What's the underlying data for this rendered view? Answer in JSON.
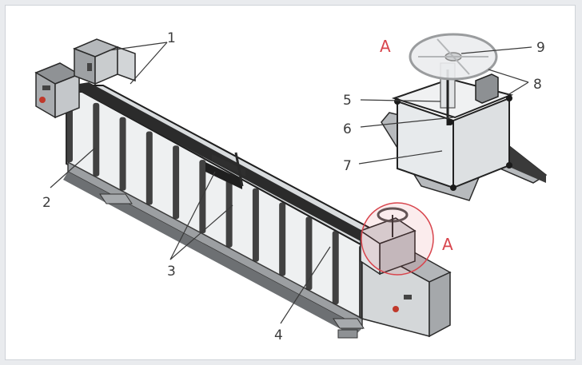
{
  "diagram": {
    "labels": {
      "l1": "1",
      "l2": "2",
      "l3": "3",
      "l4": "4",
      "l5": "5",
      "l6": "6",
      "l7": "7",
      "l8": "8",
      "l9": "9"
    },
    "detail_marker": "A",
    "colors": {
      "frame": "#1f1f1f",
      "glass": "#e6e9ea",
      "steel": "#b9bcbf",
      "callout_ring": "#d8454d"
    }
  }
}
